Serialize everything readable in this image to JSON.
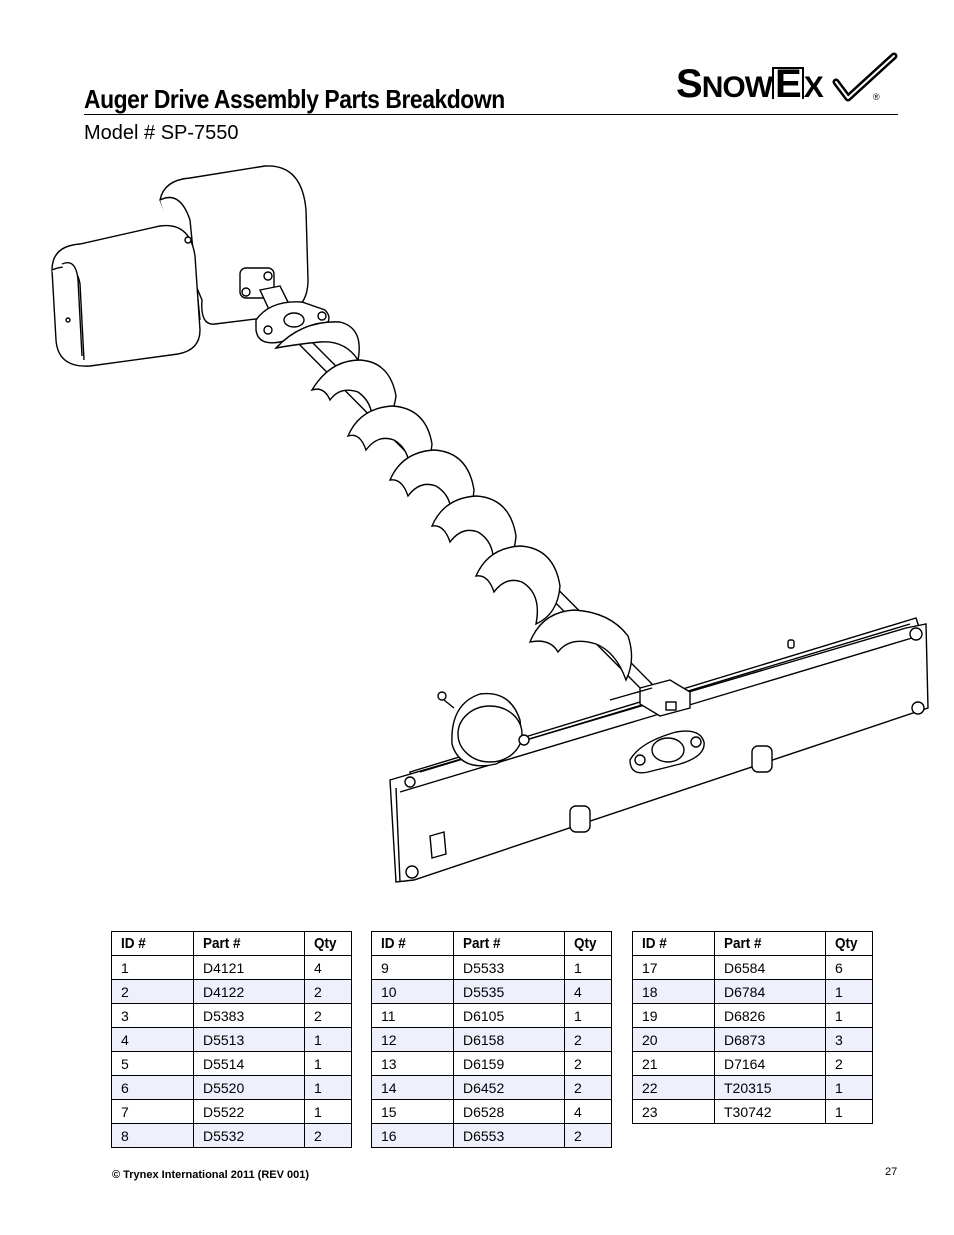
{
  "header": {
    "title": "Auger Drive Assembly Parts Breakdown",
    "model": "Model # SP-7550",
    "logo_text": "SnowEx",
    "logo_mark": "®"
  },
  "table_headers": {
    "id": "ID #",
    "part": "Part #",
    "qty": "Qty"
  },
  "tables": [
    {
      "rows": [
        {
          "id": "1",
          "part": "D4121",
          "qty": "4"
        },
        {
          "id": "2",
          "part": "D4122",
          "qty": "2"
        },
        {
          "id": "3",
          "part": "D5383",
          "qty": "2"
        },
        {
          "id": "4",
          "part": "D5513",
          "qty": "1"
        },
        {
          "id": "5",
          "part": "D5514",
          "qty": "1"
        },
        {
          "id": "6",
          "part": "D5520",
          "qty": "1"
        },
        {
          "id": "7",
          "part": "D5522",
          "qty": "1"
        },
        {
          "id": "8",
          "part": "D5532",
          "qty": "2"
        }
      ]
    },
    {
      "rows": [
        {
          "id": "9",
          "part": "D5533",
          "qty": "1"
        },
        {
          "id": "10",
          "part": "D5535",
          "qty": "4"
        },
        {
          "id": "11",
          "part": "D6105",
          "qty": "1"
        },
        {
          "id": "12",
          "part": "D6158",
          "qty": "2"
        },
        {
          "id": "13",
          "part": "D6159",
          "qty": "2"
        },
        {
          "id": "14",
          "part": "D6452",
          "qty": "2"
        },
        {
          "id": "15",
          "part": "D6528",
          "qty": "4"
        },
        {
          "id": "16",
          "part": "D6553",
          "qty": "2"
        }
      ]
    },
    {
      "rows": [
        {
          "id": "17",
          "part": "D6584",
          "qty": "6"
        },
        {
          "id": "18",
          "part": "D6784",
          "qty": "1"
        },
        {
          "id": "19",
          "part": "D6826",
          "qty": "1"
        },
        {
          "id": "20",
          "part": "D6873",
          "qty": "3"
        },
        {
          "id": "21",
          "part": "D7164",
          "qty": "2"
        },
        {
          "id": "22",
          "part": "T20315",
          "qty": "1"
        },
        {
          "id": "23",
          "part": "T30742",
          "qty": "1"
        }
      ]
    }
  ],
  "footer": {
    "copyright": "© Trynex International 2011  (REV 001)",
    "page": "27"
  }
}
